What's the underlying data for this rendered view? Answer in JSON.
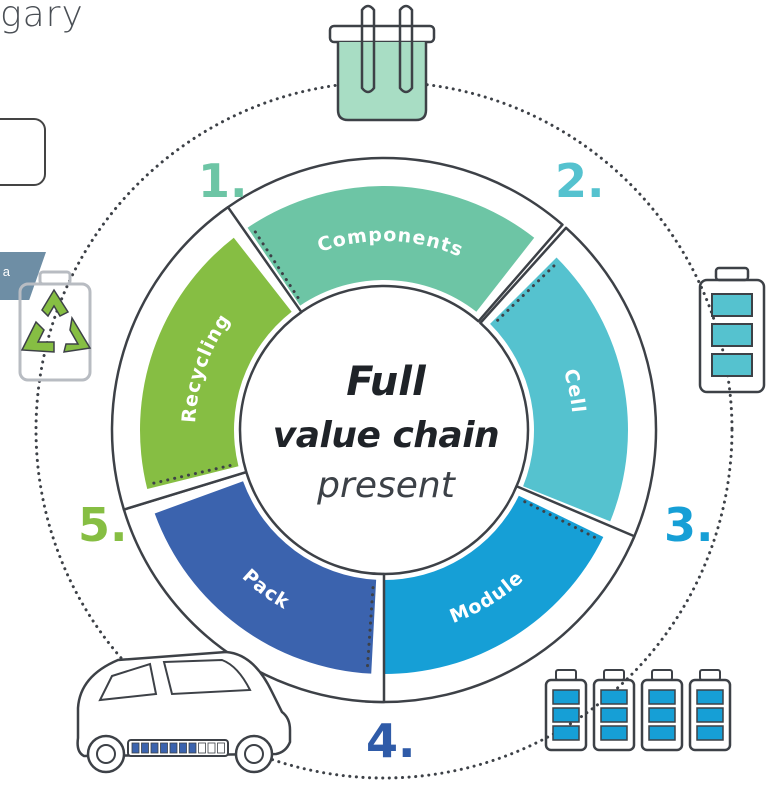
{
  "header": {
    "title_fragment": "gary"
  },
  "side_tag": {
    "text": "a"
  },
  "center": {
    "line1": "Full",
    "line2": "value chain",
    "line3": "present"
  },
  "steps": [
    {
      "number": "1.",
      "label": "Components",
      "color": "#6dc5a5"
    },
    {
      "number": "2.",
      "label": "Cell",
      "color": "#55c2cf"
    },
    {
      "number": "3.",
      "label": "Module",
      "color": "#169fd6"
    },
    {
      "number": "4.",
      "label": "Pack",
      "color": "#3b63ae"
    },
    {
      "number": "5.",
      "label": "Recycling",
      "color": "#86be43"
    }
  ],
  "icons": {
    "components": "electrolysis-beaker-icon",
    "cell": "battery-cell-icon",
    "module": "battery-module-icon",
    "pack": "electric-car-icon",
    "recycling": "battery-recycling-icon"
  },
  "colors": {
    "outline": "#3d4147",
    "text": "#1f2328",
    "number_label_4": "#2f5ba8"
  }
}
